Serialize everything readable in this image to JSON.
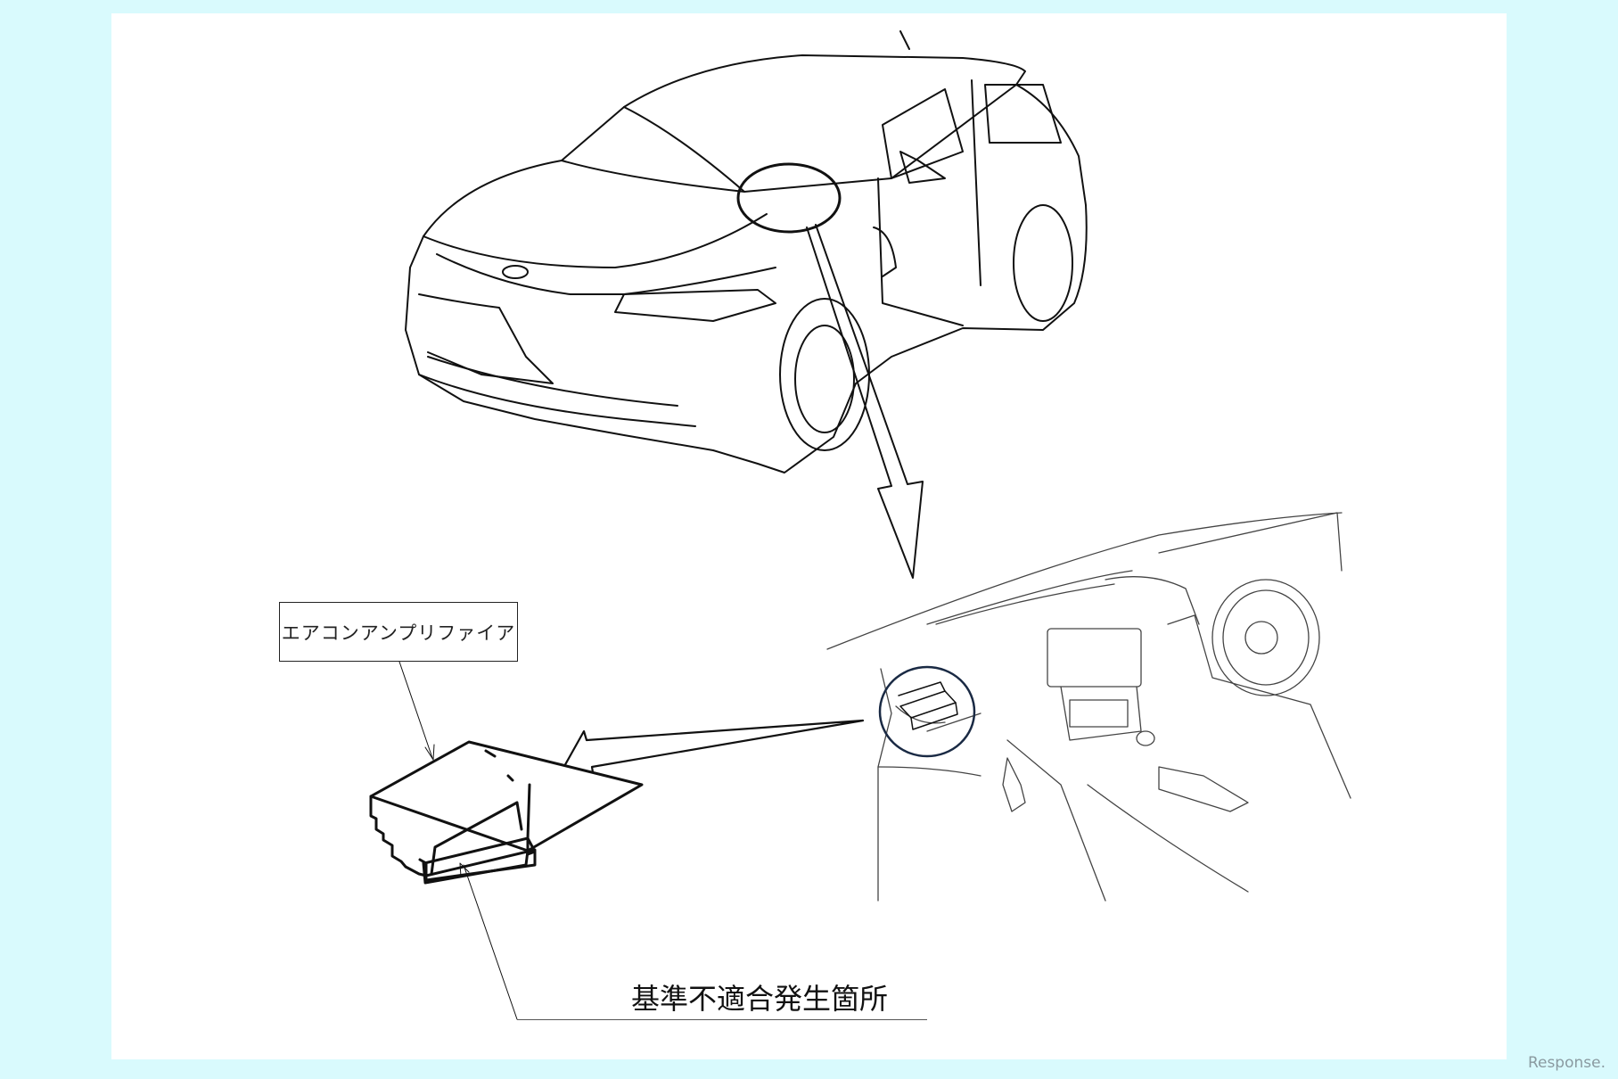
{
  "labels": {
    "component": "エアコンアンプリファイア",
    "defect_location": "基準不適合発生箇所"
  },
  "watermark": "Response.",
  "colors": {
    "background": "#d9fafd",
    "panel": "#ffffff",
    "line": "#111111",
    "highlight_circle": "#1a2a44"
  }
}
